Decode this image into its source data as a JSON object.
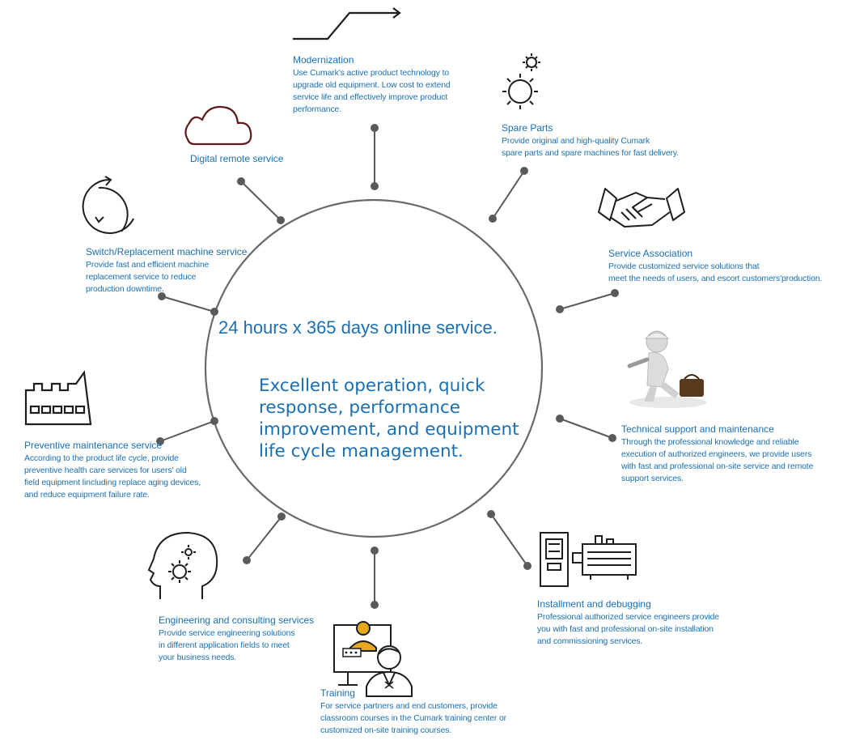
{
  "center": {
    "headline": "24 hours x 365 days online service.",
    "subline": "Excellent operation, quick\nresponse, performance\nimprovement, and equipment\nlife cycle management."
  },
  "services": {
    "modernization": {
      "title": "Modernization",
      "desc": "Use Cumark's active product technology to\nupgrade old equipment. Low cost to extend\nservice life and effectively improve product\nperformance.",
      "icon": "upgrade-arrow-icon"
    },
    "spare_parts": {
      "title": "Spare Parts",
      "desc": "Provide original and high-quality Cumark\nspare parts and spare machines for fast delivery.",
      "icon": "gears-icon"
    },
    "service_association": {
      "title": "Service Association",
      "desc": "Provide customized service solutions that\nmeet the needs of users, and escort customers'production.",
      "icon": "handshake-icon"
    },
    "technical_support": {
      "title": "Technical support and maintenance",
      "desc": "Through the professional knowledge and reliable\nexecution of authorized engineers, we provide users\nwith fast and professional on-site service and remote\nsupport services.",
      "icon": "technician-icon"
    },
    "installment": {
      "title": "Installment and debugging",
      "desc": "Professional authorized service engineers provide\nyou with fast and professional on-site installation\nand commissioning services.",
      "icon": "cabinet-motor-icon"
    },
    "training": {
      "title": "Training",
      "desc": "For service partners and end customers, provide\nclassroom courses in the Cumark training center or\ncustomized on-site training courses.",
      "icon": "trainer-icon"
    },
    "engineering": {
      "title": "Engineering and consulting services",
      "desc": "Provide service engineering solutions\nin different application fields to meet\nyour business needs.",
      "icon": "head-gears-icon"
    },
    "preventive": {
      "title": "Preventive maintenance service",
      "desc": "According to the product life cycle, provide\npreventive health care services for users' old\nfield equipment lincluding replace aging devices,\nand reduce equipment failure rate.",
      "icon": "factory-icon"
    },
    "switch_replacement": {
      "title": "Switch/Replacement machine service",
      "desc": "Provide fast and efficient machine\n replacement service to reduce\nproduction downtime.",
      "icon": "cycle-arrows-icon"
    },
    "digital_remote": {
      "title": "Digital remote service",
      "icon": "cloud-icon"
    }
  },
  "colors": {
    "text": "#1a6fb3",
    "line": "#5a5a5a",
    "icon": "#1e1e1e",
    "cloud": "#5a1a1a",
    "accent_gold": "#e6a91e"
  }
}
